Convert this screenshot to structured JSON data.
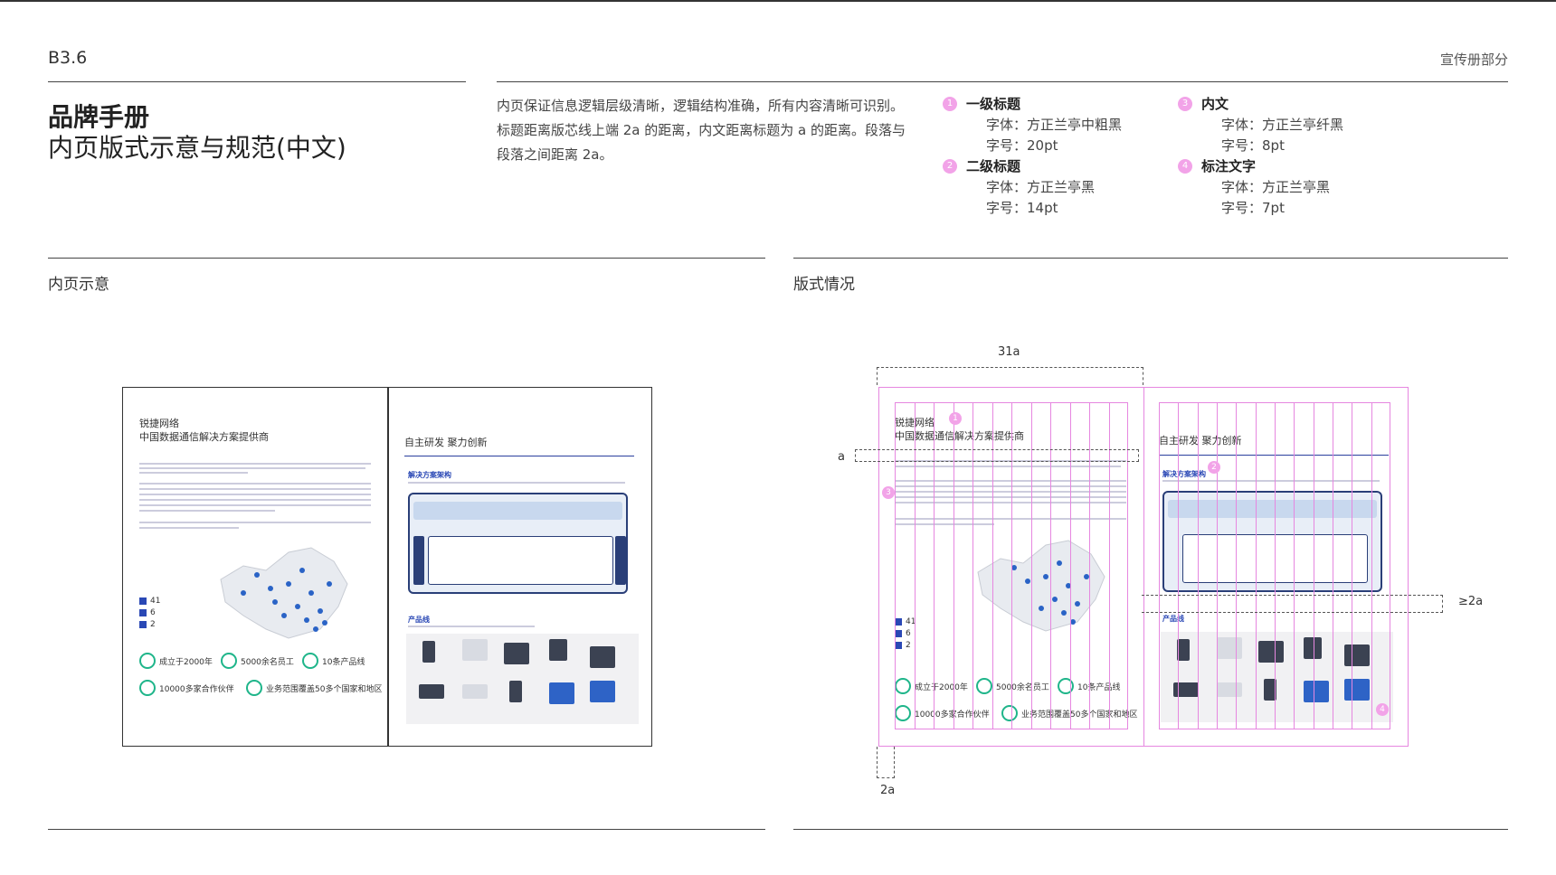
{
  "header": {
    "code": "B3.6",
    "section": "宣传册部分",
    "title_line1": "品牌手册",
    "title_line2": "内页版式示意与规范(中文)"
  },
  "description": "内页保证信息逻辑层级清晰，逻辑结构准确，所有内容清晰可识别。标题距离版芯线上端 2a 的距离，内文距离标题为 a 的距离。段落与段落之间距离 2a。",
  "specs": [
    {
      "num": "1",
      "title": "一级标题",
      "font": "字体：方正兰亭中粗黑",
      "size": "字号：20pt"
    },
    {
      "num": "2",
      "title": "二级标题",
      "font": "字体：方正兰亭黑",
      "size": "字号：14pt"
    },
    {
      "num": "3",
      "title": "内文",
      "font": "字体：方正兰亭纤黑",
      "size": "字号：8pt"
    },
    {
      "num": "4",
      "title": "标注文字",
      "font": "字体：方正兰亭黑",
      "size": "字号：7pt"
    }
  ],
  "left_panel": {
    "label": "内页示意",
    "page1_title_a": "锐捷网络",
    "page1_title_b": "中国数据通信解决方案提供商",
    "page2_title": "自主研发 聚力创新",
    "solution_heading": "解决方案架构",
    "product_heading": "产品线",
    "stats": [
      {
        "num": "41",
        "label": ""
      },
      {
        "num": "6",
        "label": ""
      },
      {
        "num": "2",
        "label": ""
      }
    ],
    "highlights": [
      "成立于2000年",
      "5000余名员工",
      "10条产品线",
      "10000多家合作伙伴",
      "业务范围覆盖50多个国家和地区"
    ]
  },
  "right_panel": {
    "label": "版式情况",
    "dim_top": "31a",
    "dim_a": "a",
    "dim_2a_right": "≥2a",
    "dim_2a_bottom": "2a"
  },
  "colors": {
    "accent_blue": "#2a48b5",
    "accent_green": "#1fb58a",
    "grid_pink": "#e687e0",
    "marker_pink": "#f2a3e8"
  }
}
